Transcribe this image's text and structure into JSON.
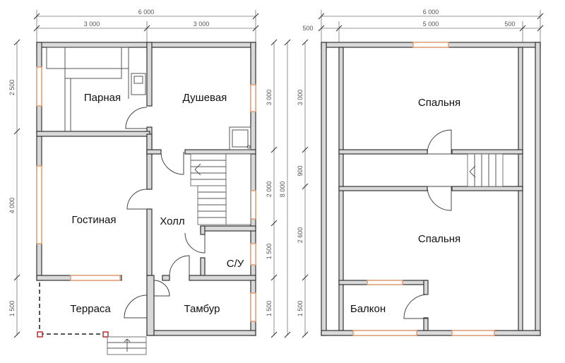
{
  "first_floor": {
    "dims": {
      "total_width": "6 000",
      "left_width": "3 000",
      "right_width": "3 000",
      "left_h1": "2 500",
      "left_h2": "4 000",
      "left_h3": "1 500",
      "right_h1": "3 000",
      "right_h2": "2 000",
      "right_h3": "1 500",
      "right_h4": "1 500",
      "right_total": "8 000"
    },
    "rooms": {
      "steam": "Парная",
      "shower": "Душевая",
      "living": "Гостиная",
      "hall": "Холл",
      "wc": "С/У",
      "terrace": "Терраса",
      "vestibule": "Тамбур"
    }
  },
  "second_floor": {
    "dims": {
      "total_width": "6 000",
      "left_offset": "500",
      "center_width": "5 000",
      "right_offset": "500",
      "h1": "3 000",
      "h2": "900",
      "h3": "2 600",
      "h4": "1 500"
    },
    "rooms": {
      "bedroom_top": "Спальня",
      "bedroom_bottom": "Спальня",
      "balcony": "Балкон"
    }
  }
}
